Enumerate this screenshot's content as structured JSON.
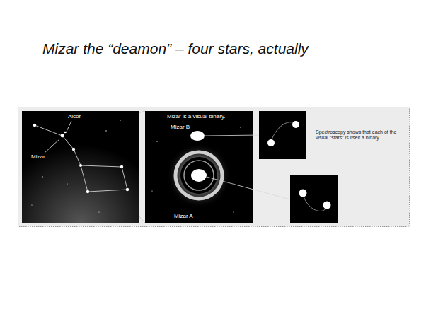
{
  "diagram": {
    "title": "Mizar the “deamon” – four stars, actually",
    "labels": [
      "Alcor",
      "Mizar",
      "Mizar is a visual binary.",
      "Mizar B",
      "Mizar A",
      "Spectroscopy shows that each of the visual “stars” is itself a binary."
    ]
  }
}
